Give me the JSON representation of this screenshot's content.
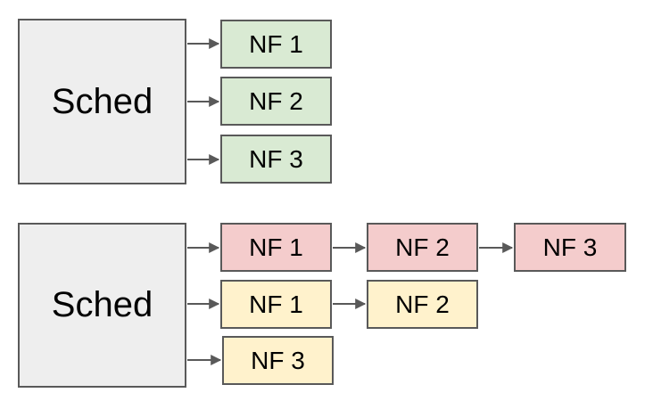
{
  "colors": {
    "sched_fill": "#eeeeee",
    "green_fill": "#d9ead3",
    "red_fill": "#f4cccc",
    "yellow_fill": "#fff2cc",
    "stroke": "#595959"
  },
  "top": {
    "sched_label": "Sched",
    "nfs": [
      "NF 1",
      "NF 2",
      "NF 3"
    ]
  },
  "bottom": {
    "sched_label": "Sched",
    "row1": [
      "NF 1",
      "NF 2",
      "NF 3"
    ],
    "row2": [
      "NF 1",
      "NF 2"
    ],
    "row3": [
      "NF 3"
    ]
  }
}
